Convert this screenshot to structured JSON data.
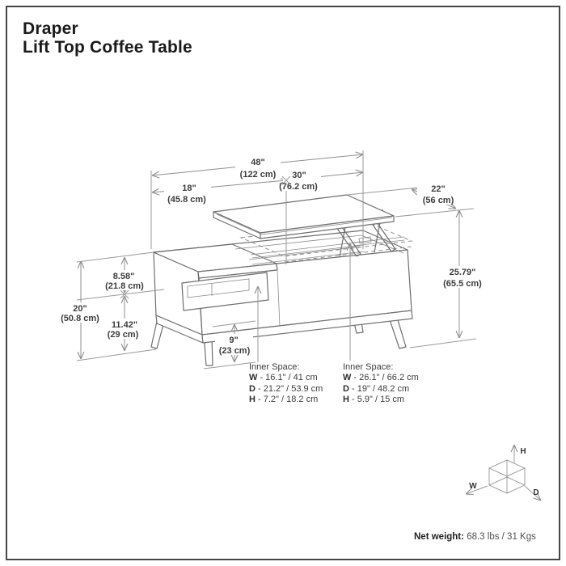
{
  "title": {
    "line1": "Draper",
    "line2": "Lift Top Coffee Table"
  },
  "dimensions": {
    "overall_width": {
      "inches": "48\"",
      "metric": "(122 cm)"
    },
    "left_section_width": {
      "inches": "18\"",
      "metric": "(45.8 cm)"
    },
    "lift_top_width": {
      "inches": "30\"",
      "metric": "(76.2 cm)"
    },
    "lift_top_depth": {
      "inches": "22\"",
      "metric": "(56 cm)"
    },
    "lifted_top_height": {
      "inches": "25.79\"",
      "metric": "(65.5 cm)"
    },
    "overall_height": {
      "inches": "20\"",
      "metric": "(50.8 cm)"
    },
    "top_section_height": {
      "inches": "8.58\"",
      "metric": "(21.8 cm)"
    },
    "bottom_section_height": {
      "inches": "11.42\"",
      "metric": "(29 cm)"
    },
    "floor_clearance": {
      "inches": "9\"",
      "metric": "(23 cm)"
    }
  },
  "inner_spaces": {
    "left": {
      "heading": "Inner Space:",
      "rows": [
        {
          "axis": "W",
          "value": "- 16.1\" / 41 cm"
        },
        {
          "axis": "D",
          "value": "- 21.2\" / 53.9 cm"
        },
        {
          "axis": "H",
          "value": "- 7.2\" / 18.2 cm"
        }
      ]
    },
    "right": {
      "heading": "Inner Space:",
      "rows": [
        {
          "axis": "W",
          "value": "- 26.1\" / 66.2 cm"
        },
        {
          "axis": "D",
          "value": "- 19\" / 48.2 cm"
        },
        {
          "axis": "H",
          "value": "- 5.9\" / 15 cm"
        }
      ]
    }
  },
  "axis_indicator": {
    "width_label": "W",
    "depth_label": "D",
    "height_label": "H"
  },
  "net_weight": {
    "label": "Net weight:",
    "value": "68.3 lbs / 31 Kgs"
  },
  "colors": {
    "drawing_line": "#6e6e6e",
    "dimension_line": "#8f8f8f",
    "text": "#3c3c3c",
    "title": "#1a1a1a",
    "border": "#454545"
  }
}
